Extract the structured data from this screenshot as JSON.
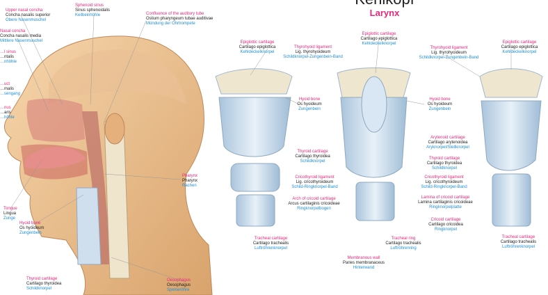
{
  "title_de": "Kehlkopf",
  "title_en": "Larynx",
  "colors": {
    "english": "#e6287c",
    "latin": "#222222",
    "german": "#1e8fd6",
    "skin": "#f0c493",
    "cartilage": "#c9dcec",
    "line": "#999999"
  },
  "labels": [
    {
      "id": "upper-nasal-concha",
      "en": "Upper nasal concha",
      "la": "Concha nasalis superior",
      "de": "Obere Nasenmuschel"
    },
    {
      "id": "sphenoid-sinus",
      "en": "Sphenoid sinus",
      "la": "Sinus sphenoidalis",
      "de": "Keilbeinhöhle"
    },
    {
      "id": "auditory-tube",
      "en": "Confluence of the auditory tube",
      "la": "Ostium pharyngeum tubae auditivae",
      "de": "Mündung der Ohrtrompete"
    },
    {
      "id": "nasal-concha",
      "en": "Nasal concha",
      "la": "Concha nasalis media",
      "de": "Mittlere Nasenmuschel"
    },
    {
      "id": "sinus-left",
      "en": "…l sinus",
      "la": "…ntalis",
      "de": "…nhöhle"
    },
    {
      "id": "duct-left",
      "en": "…uct",
      "la": "…malis",
      "de": "…sengang"
    },
    {
      "id": "sinus-left-2",
      "en": "…nus",
      "la": "…aris",
      "de": "…höhle"
    },
    {
      "id": "pharynx",
      "en": "Pharynx",
      "la": "Pharynx",
      "de": "Rachen"
    },
    {
      "id": "tongue",
      "en": "Tongue",
      "la": "Lingua",
      "de": "Zunge"
    },
    {
      "id": "hyoid-left",
      "en": "Hyoid bone",
      "la": "Os hyoideum",
      "de": "Zungenbein"
    },
    {
      "id": "thyroid-cart-left",
      "en": "Thyroid cartilage",
      "la": "Cartilago thyroidea",
      "de": "Schildknorpel"
    },
    {
      "id": "oesophagus",
      "en": "Oesophagus",
      "la": "Oesophagus",
      "de": "Speiseröhre"
    },
    {
      "id": "epiglottis-1",
      "en": "Epiglottic cartilage",
      "la": "Cartilago epiglottica",
      "de": "Kehldeckelknorpel"
    },
    {
      "id": "thyrohyoid-1",
      "en": "Thyrohyoid ligament",
      "la": "Lig. thyrohyoideum",
      "de": "Schildknorpel-Zungenbein-Band"
    },
    {
      "id": "epiglottis-2",
      "en": "Epiglottic cartilage",
      "la": "Cartilago epiglottica",
      "de": "Kehldeckelknorpel"
    },
    {
      "id": "thyrohyoid-2",
      "en": "Thyrohyoid ligament",
      "la": "Lig. thyrohyoideum",
      "de": "Schildknorpel-Zungenbein-Band"
    },
    {
      "id": "epiglottis-3",
      "en": "Epiglottic cartilage",
      "la": "Cartilago epiglottica",
      "de": "Kehldeckelknorpel"
    },
    {
      "id": "hyoid-1",
      "en": "Hyoid bone",
      "la": "Os hyoideum",
      "de": "Zungenbein"
    },
    {
      "id": "hyoid-2",
      "en": "Hyoid bone",
      "la": "Os hyoideum",
      "de": "Zungenbein"
    },
    {
      "id": "arytenoid",
      "en": "Arytenoid cartilage",
      "la": "Cartilago arytenoidea",
      "de": "Aryknorpel/Stellknorpel"
    },
    {
      "id": "thyroid-1",
      "en": "Thyroid cartilage",
      "la": "Cartilago thyroidea",
      "de": "Schildknorpel"
    },
    {
      "id": "thyroid-2",
      "en": "Thyroid cartilage",
      "la": "Cartilago thyroidea",
      "de": "Schildknorpel"
    },
    {
      "id": "cricothyroid-1",
      "en": "Cricothyroid ligament",
      "la": "Lig. cricothyroideum",
      "de": "Schild-Ringknorpel-Band"
    },
    {
      "id": "cricothyroid-2",
      "en": "Cricothyroid ligament",
      "la": "Lig. cricothyroideum",
      "de": "Schild-Ringknorpel-Band"
    },
    {
      "id": "cricoid-arch",
      "en": "Arch of cricoid cartilage",
      "la": "Arcus cartilaginis cricoideae",
      "de": "Ringknorpelbogen"
    },
    {
      "id": "cricoid-lamina",
      "en": "Lamina of cricoid cartilage",
      "la": "Lamina cartilaginis cricoideae",
      "de": "Ringknorpelplatte"
    },
    {
      "id": "cricoid",
      "en": "Cricoid cartilage",
      "la": "Cartilago cricoidea",
      "de": "Ringknorpel"
    },
    {
      "id": "tracheal-1",
      "en": "Tracheal cartilage",
      "la": "Cartilago trachealis",
      "de": "Luftröhrenknorpel"
    },
    {
      "id": "tracheal-ring",
      "en": "Tracheal ring",
      "la": "Cartilago trachealis",
      "de": "Luftröhrenring"
    },
    {
      "id": "tracheal-3",
      "en": "Tracheal cartilage",
      "la": "Cartilago trachealis",
      "de": "Luftröhrenknorpel"
    },
    {
      "id": "membranous-wall",
      "en": "Membranous wall",
      "la": "Paries membranaceus",
      "de": "Hinterwand"
    }
  ]
}
